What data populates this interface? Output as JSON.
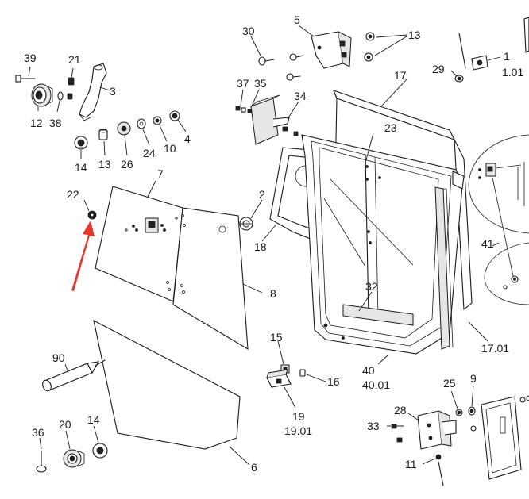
{
  "diagram": {
    "accent_color": "#e8372c",
    "labels": [
      {
        "id": "39",
        "text": "39"
      },
      {
        "id": "21",
        "text": "21"
      },
      {
        "id": "3",
        "text": "3"
      },
      {
        "id": "12",
        "text": "12"
      },
      {
        "id": "38",
        "text": "38"
      },
      {
        "id": "14a",
        "text": "14"
      },
      {
        "id": "13a",
        "text": "13"
      },
      {
        "id": "26",
        "text": "26"
      },
      {
        "id": "24",
        "text": "24"
      },
      {
        "id": "10",
        "text": "10"
      },
      {
        "id": "4",
        "text": "4"
      },
      {
        "id": "7",
        "text": "7"
      },
      {
        "id": "22",
        "text": "22"
      },
      {
        "id": "2",
        "text": "2"
      },
      {
        "id": "8",
        "text": "8"
      },
      {
        "id": "90",
        "text": "90"
      },
      {
        "id": "36",
        "text": "36"
      },
      {
        "id": "20",
        "text": "20"
      },
      {
        "id": "14b",
        "text": "14"
      },
      {
        "id": "6",
        "text": "6"
      },
      {
        "id": "30",
        "text": "30"
      },
      {
        "id": "5",
        "text": "5"
      },
      {
        "id": "13b",
        "text": "13"
      },
      {
        "id": "37",
        "text": "37"
      },
      {
        "id": "35",
        "text": "35"
      },
      {
        "id": "34",
        "text": "34"
      },
      {
        "id": "17",
        "text": "17"
      },
      {
        "id": "23",
        "text": "23"
      },
      {
        "id": "18",
        "text": "18"
      },
      {
        "id": "32",
        "text": "32"
      },
      {
        "id": "15",
        "text": "15"
      },
      {
        "id": "16",
        "text": "16"
      },
      {
        "id": "19",
        "text": "19"
      },
      {
        "id": "19.01",
        "text": "19.01"
      },
      {
        "id": "40",
        "text": "40"
      },
      {
        "id": "40.01",
        "text": "40.01"
      },
      {
        "id": "17.01",
        "text": "17.01"
      },
      {
        "id": "29",
        "text": "29"
      },
      {
        "id": "1",
        "text": "1"
      },
      {
        "id": "1.01",
        "text": "1.01"
      },
      {
        "id": "41",
        "text": "41"
      },
      {
        "id": "25",
        "text": "25"
      },
      {
        "id": "9",
        "text": "9"
      },
      {
        "id": "28",
        "text": "28"
      },
      {
        "id": "33",
        "text": "33"
      },
      {
        "id": "11",
        "text": "11"
      }
    ]
  }
}
